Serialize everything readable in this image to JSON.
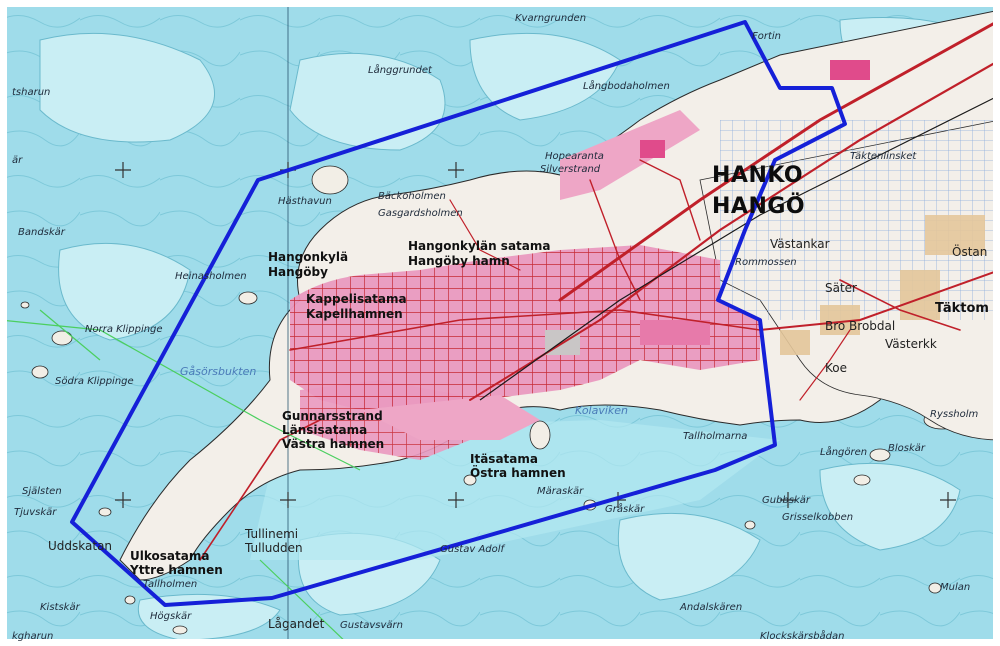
{
  "map": {
    "colors": {
      "sea": "#9fdcea",
      "shallow": "#c6ecf3",
      "land": "#f3efe9",
      "urban": "#e03a7a",
      "urban_fill": "#f0a2c5",
      "road": "#c0202a",
      "boundary": "#1520d8",
      "depth_contour": "#5aaec4",
      "grid": "#2a5570"
    },
    "labels": {
      "kvarngrunden": "Kvarngrunden",
      "langgrundet": "Långgrundet",
      "tsharun": "tsharun",
      "langbodaholmen": "Långbodaholmen",
      "fortin": "Fortin",
      "hopearanta": "Hopearanta",
      "silverstrand": "Silverstrand",
      "hanko": "HANKO",
      "hango": "HANGÖ",
      "taktenlinsket": "Täktenlinsket",
      "hasthavun": "Hästhavun",
      "backoholmen": "Bäckoholmen",
      "gasgardsholmen": "Gasgardsholmen",
      "bandskar": "Bandskär",
      "hangonkylan_satama": "Hangonkylän satama",
      "hangoby_hamn": "Hangöby hamn",
      "vastankar": "Västankar",
      "ostan": "Östan",
      "hangonkyla": "Hangonkylä",
      "hangoby": "Hangöby",
      "heinasholmen": "Heinasholmen",
      "rommossen": "Rommossen",
      "sater": "Säter",
      "taktom": "Täktom",
      "kappelisatama": "Kappelisatama",
      "kapellhamnen": "Kapellhamnen",
      "norra_klippinge": "Norra Klippinge",
      "brobdal": "Bro Brobdal",
      "vasterkk": "Västerkk",
      "sodra_klippinge": "Södra Klippinge",
      "gasorsbukten": "Gåsörsbukten",
      "koe": "Koe",
      "gunnarsstrand": "Gunnarsstrand",
      "lansisatama": "Länsisatama",
      "vastra_hamnen": "Västra hamnen",
      "kolaviken": "Kolaviken",
      "ryssholm": "Ryssholm",
      "tallholmarna": "Tallholmarna",
      "itasatama": "Itäsatama",
      "ostra_hamnen": "Östra hamnen",
      "langoren": "Långören",
      "bloskar": "Bloskär",
      "maraskar": "Märaskär",
      "sjalsten": "Själsten",
      "graskar": "Gråskär",
      "gubbskar": "Gubbskär",
      "tjuvskar": "Tjuvskär",
      "grisselkobben": "Grisselkobben",
      "uddskatan": "Uddskatan",
      "ulkosatama": "Ulkosatama",
      "yttre_hamnen": "Yttre hamnen",
      "tullinemi": "Tullinemi",
      "tulludden": "Tulludden",
      "gustav_adolf": "Gustav Adolf",
      "tallholmen": "Tallholmen",
      "andalskaren": "Andalskären",
      "mulan": "Mulan",
      "kistskar": "Kistskär",
      "hogskar": "Högskär",
      "lagandet": "Lågandet",
      "gustavsvarn": "Gustavsvärn",
      "klockskarsbadan": "Klockskärsbådan",
      "ksharun": "kgharun",
      "ar_left": "är"
    }
  }
}
